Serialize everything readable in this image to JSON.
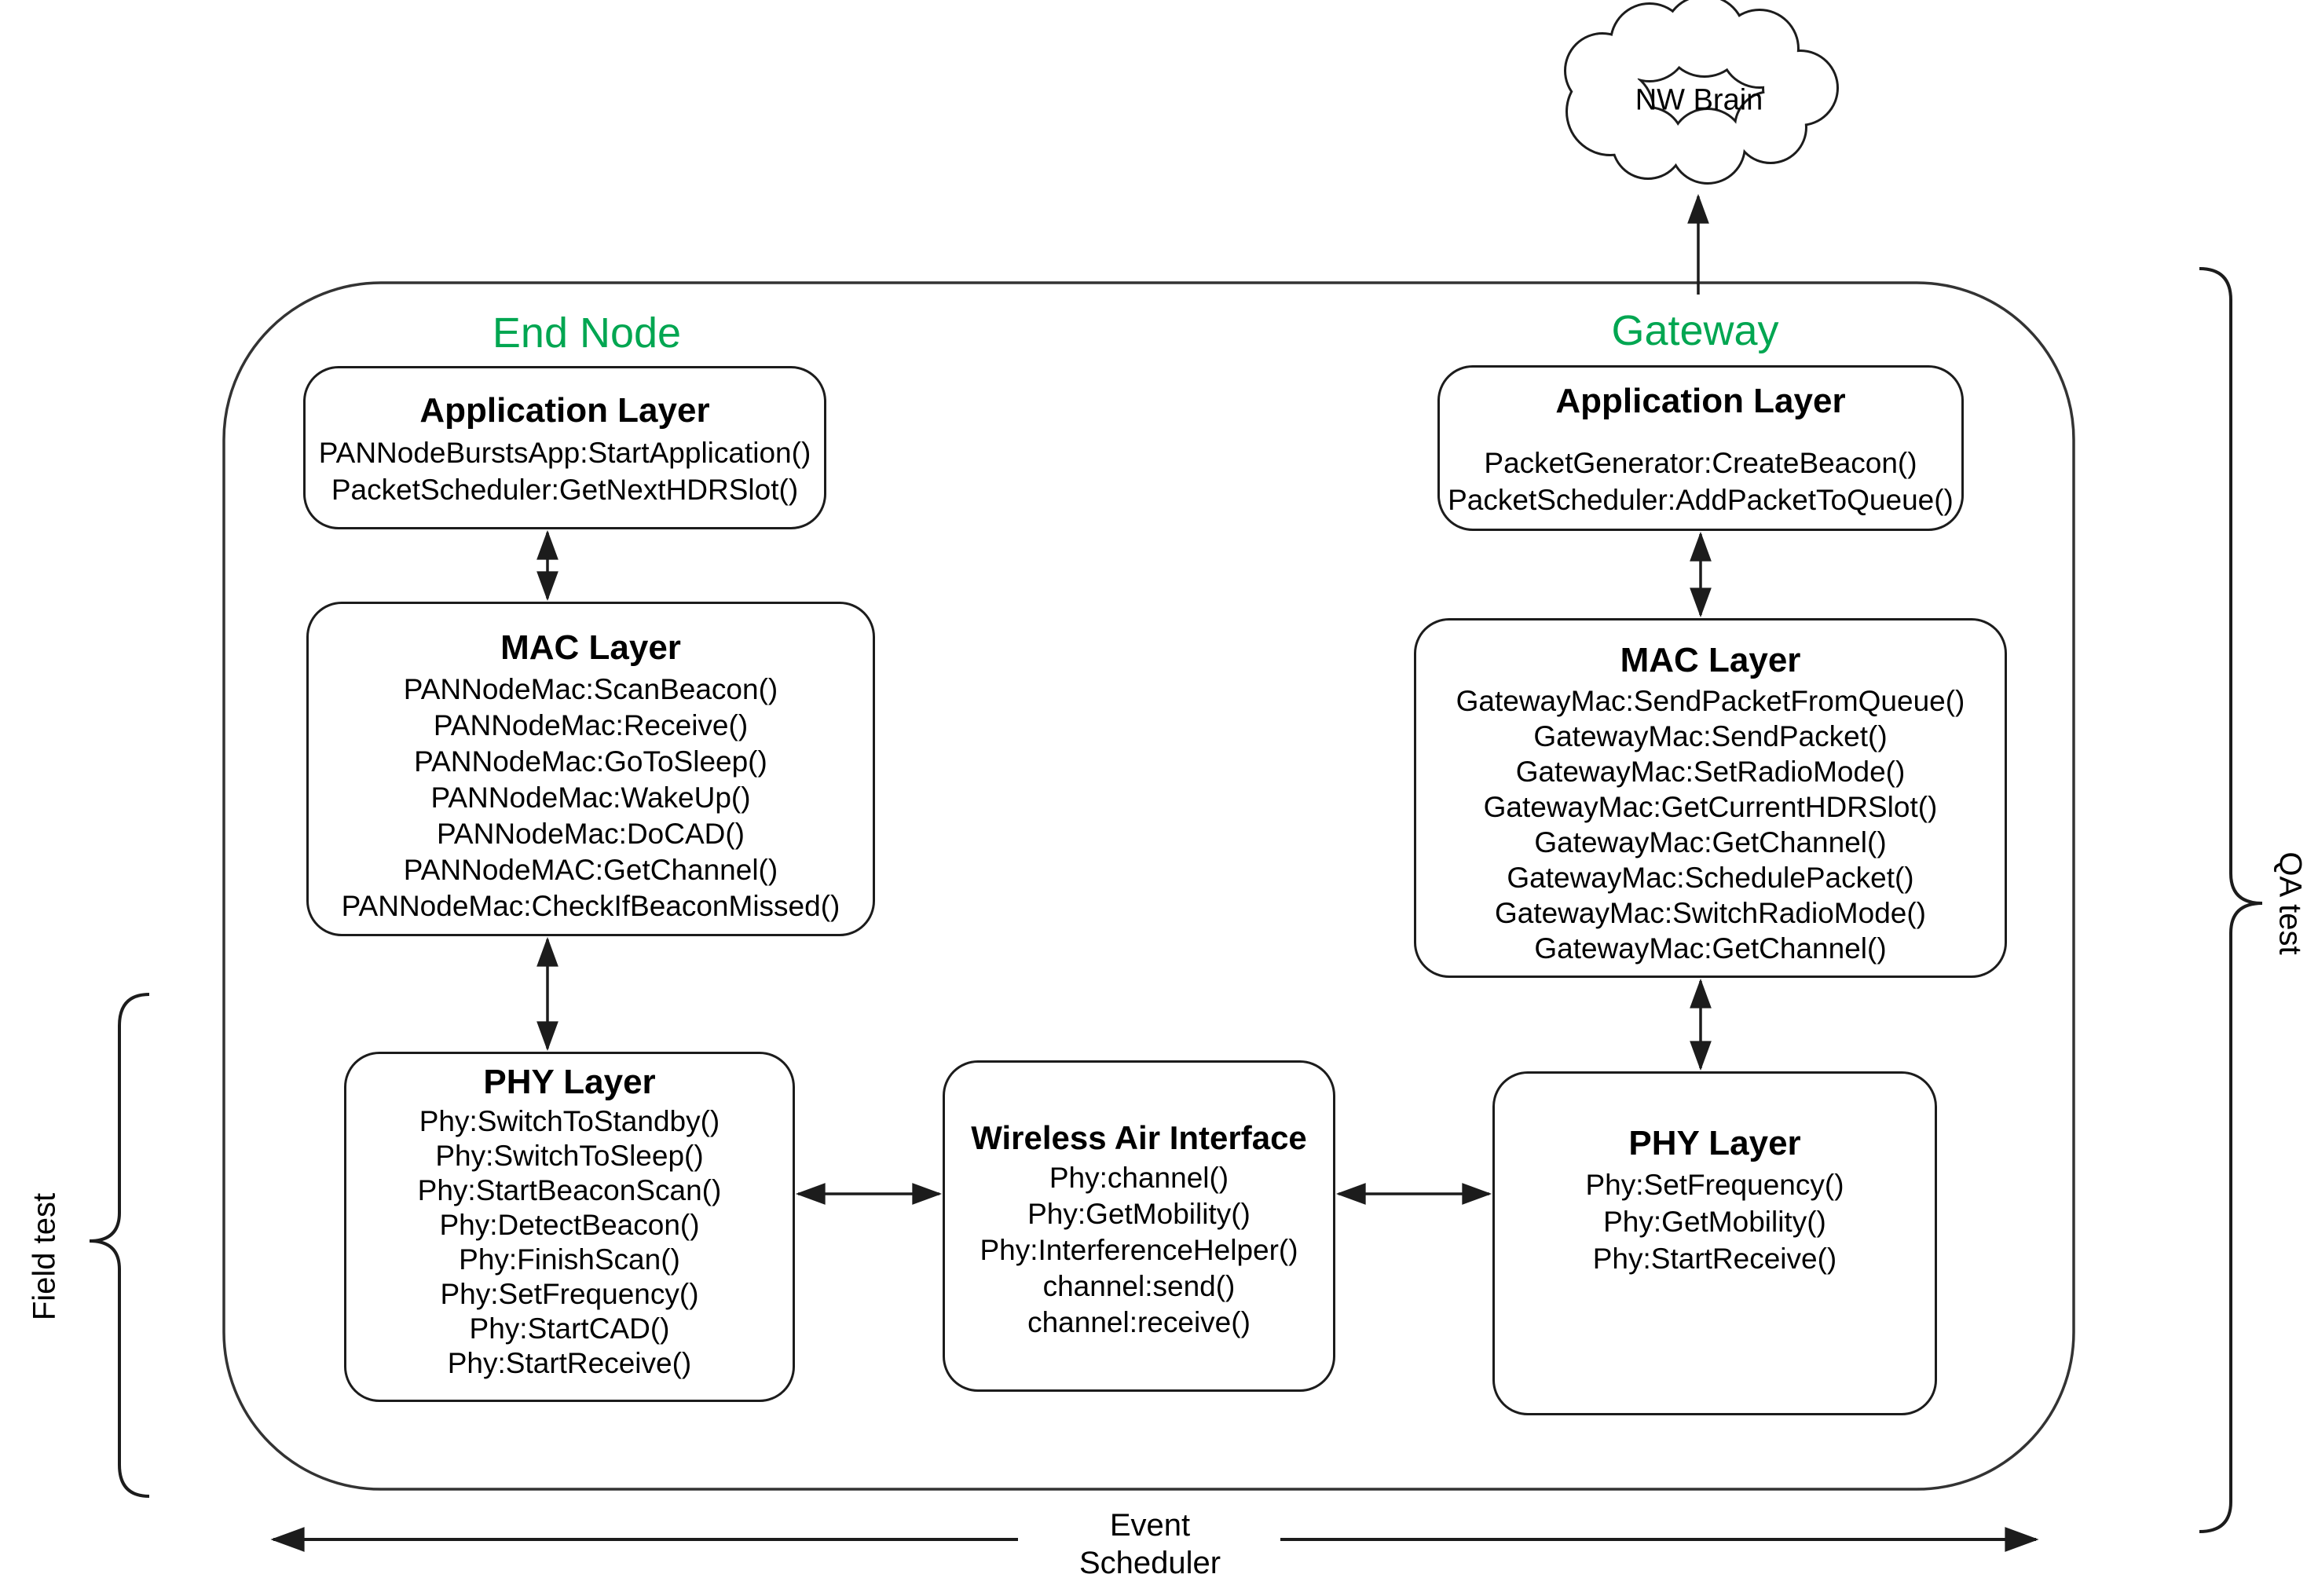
{
  "figure": {
    "cloud": {
      "label": "NW Brain"
    },
    "end_node": {
      "label": "End Node",
      "app": {
        "title": "Application Layer",
        "methods": [
          "PANNodeBurstsApp:StartApplication()",
          "PacketScheduler:GetNextHDRSlot()"
        ]
      },
      "mac": {
        "title": "MAC Layer",
        "methods": [
          "PANNodeMac:ScanBeacon()",
          "PANNodeMac:Receive()",
          "PANNodeMac:GoToSleep()",
          "PANNodeMac:WakeUp()",
          "PANNodeMac:DoCAD()",
          "PANNodeMAC:GetChannel()",
          "PANNodeMac:CheckIfBeaconMissed()"
        ]
      },
      "phy": {
        "title": "PHY Layer",
        "methods": [
          "Phy:SwitchToStandby()",
          "Phy:SwitchToSleep()",
          "Phy:StartBeaconScan()",
          "Phy:DetectBeacon()",
          "Phy:FinishScan()",
          "Phy:SetFrequency()",
          "Phy:StartCAD()",
          "Phy:StartReceive()"
        ]
      }
    },
    "gateway": {
      "label": "Gateway",
      "app": {
        "title": "Application Layer",
        "methods": [
          "PacketGenerator:CreateBeacon()",
          "PacketScheduler:AddPacketToQueue()"
        ]
      },
      "mac": {
        "title": "MAC Layer",
        "methods": [
          "GatewayMac:SendPacketFromQueue()",
          "GatewayMac:SendPacket()",
          "GatewayMac:SetRadioMode()",
          "GatewayMac:GetCurrentHDRSlot()",
          "GatewayMac:GetChannel()",
          "GatewayMac:SchedulePacket()",
          "GatewayMac:SwitchRadioMode()",
          "GatewayMac:GetChannel()"
        ]
      },
      "phy": {
        "title": "PHY Layer",
        "methods": [
          "Phy:SetFrequency()",
          "Phy:GetMobility()",
          "Phy:StartReceive()"
        ]
      }
    },
    "air": {
      "title": "Wireless Air Interface",
      "methods": [
        "Phy:channel()",
        "Phy:GetMobility()",
        "Phy:InterferenceHelper()",
        "channel:send()",
        "channel:receive()"
      ]
    },
    "annotations": {
      "qa_test": "QA test",
      "field_test": "Field test",
      "event_scheduler_line1": "Event",
      "event_scheduler_line2": "Scheduler"
    },
    "colors": {
      "group_label": "#00a651",
      "stroke": "#1c1c1c"
    }
  }
}
